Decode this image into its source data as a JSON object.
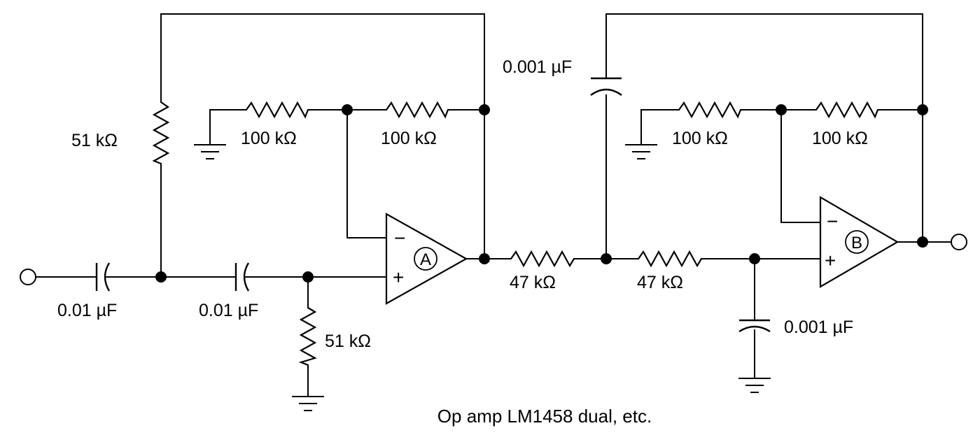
{
  "components": {
    "c_in1": "0.01 µF",
    "c_in2": "0.01 µF",
    "r_top_a": "51 kΩ",
    "r_shunt_a": "51 kΩ",
    "r_ground_a": "100 kΩ",
    "r_feedback_a": "100 kΩ",
    "r_series_1": "47 kΩ",
    "r_series_2": "47 kΩ",
    "c_feedback_b": "0.001 µF",
    "c_shunt_b": "0.001 µF",
    "r_ground_b": "100 kΩ",
    "r_feedback_b": "100 kΩ"
  },
  "opamps": {
    "a": {
      "name": "A",
      "inverting": "−",
      "noninverting": "+"
    },
    "b": {
      "name": "B",
      "inverting": "−",
      "noninverting": "+"
    }
  },
  "caption": "Op amp LM1458 dual, etc."
}
